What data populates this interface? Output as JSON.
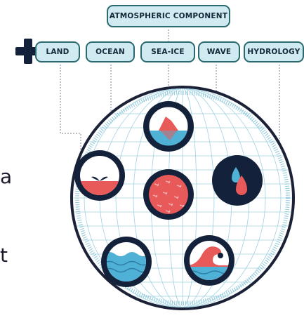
{
  "top_label": "ATMOSPHERIC COMPONENT",
  "plus_symbol": "+",
  "components": [
    {
      "key": "land",
      "label": "LAND",
      "icon": "land-icon"
    },
    {
      "key": "ocean",
      "label": "OCEAN",
      "icon": "ocean-icon"
    },
    {
      "key": "seaice",
      "label": "SEA-ICE",
      "icon": "iceberg-icon"
    },
    {
      "key": "wave",
      "label": "WAVE",
      "icon": "wave-icon"
    },
    {
      "key": "hydrology",
      "label": "HYDROLOGY",
      "icon": "raindrops-icon"
    }
  ],
  "center_icon": "atmosphere-wind-icon",
  "side_text": [
    "a",
    "t"
  ],
  "colors": {
    "navy": "#14213a",
    "coral": "#e85a5a",
    "teal_light": "#cfeaf0",
    "teal_border": "#2a6a6f",
    "water": "#4fb1d6",
    "grid": "#9fd2e3"
  }
}
